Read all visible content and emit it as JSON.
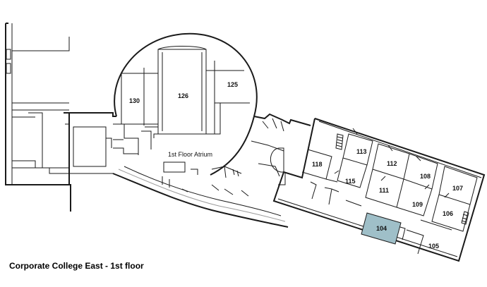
{
  "map": {
    "caption": "Corporate College East - 1st floor",
    "atrium_label": "1st Floor Atrium",
    "highlight_color": "#9fbfc8",
    "highlighted_room": "104",
    "rooms": {
      "r130": "130",
      "r126": "126",
      "r125": "125",
      "r118": "118",
      "r113": "113",
      "r115": "115",
      "r112": "112",
      "r111": "111",
      "r108": "108",
      "r109": "109",
      "r107": "107",
      "r106": "106",
      "r104": "104",
      "r105": "105"
    }
  }
}
